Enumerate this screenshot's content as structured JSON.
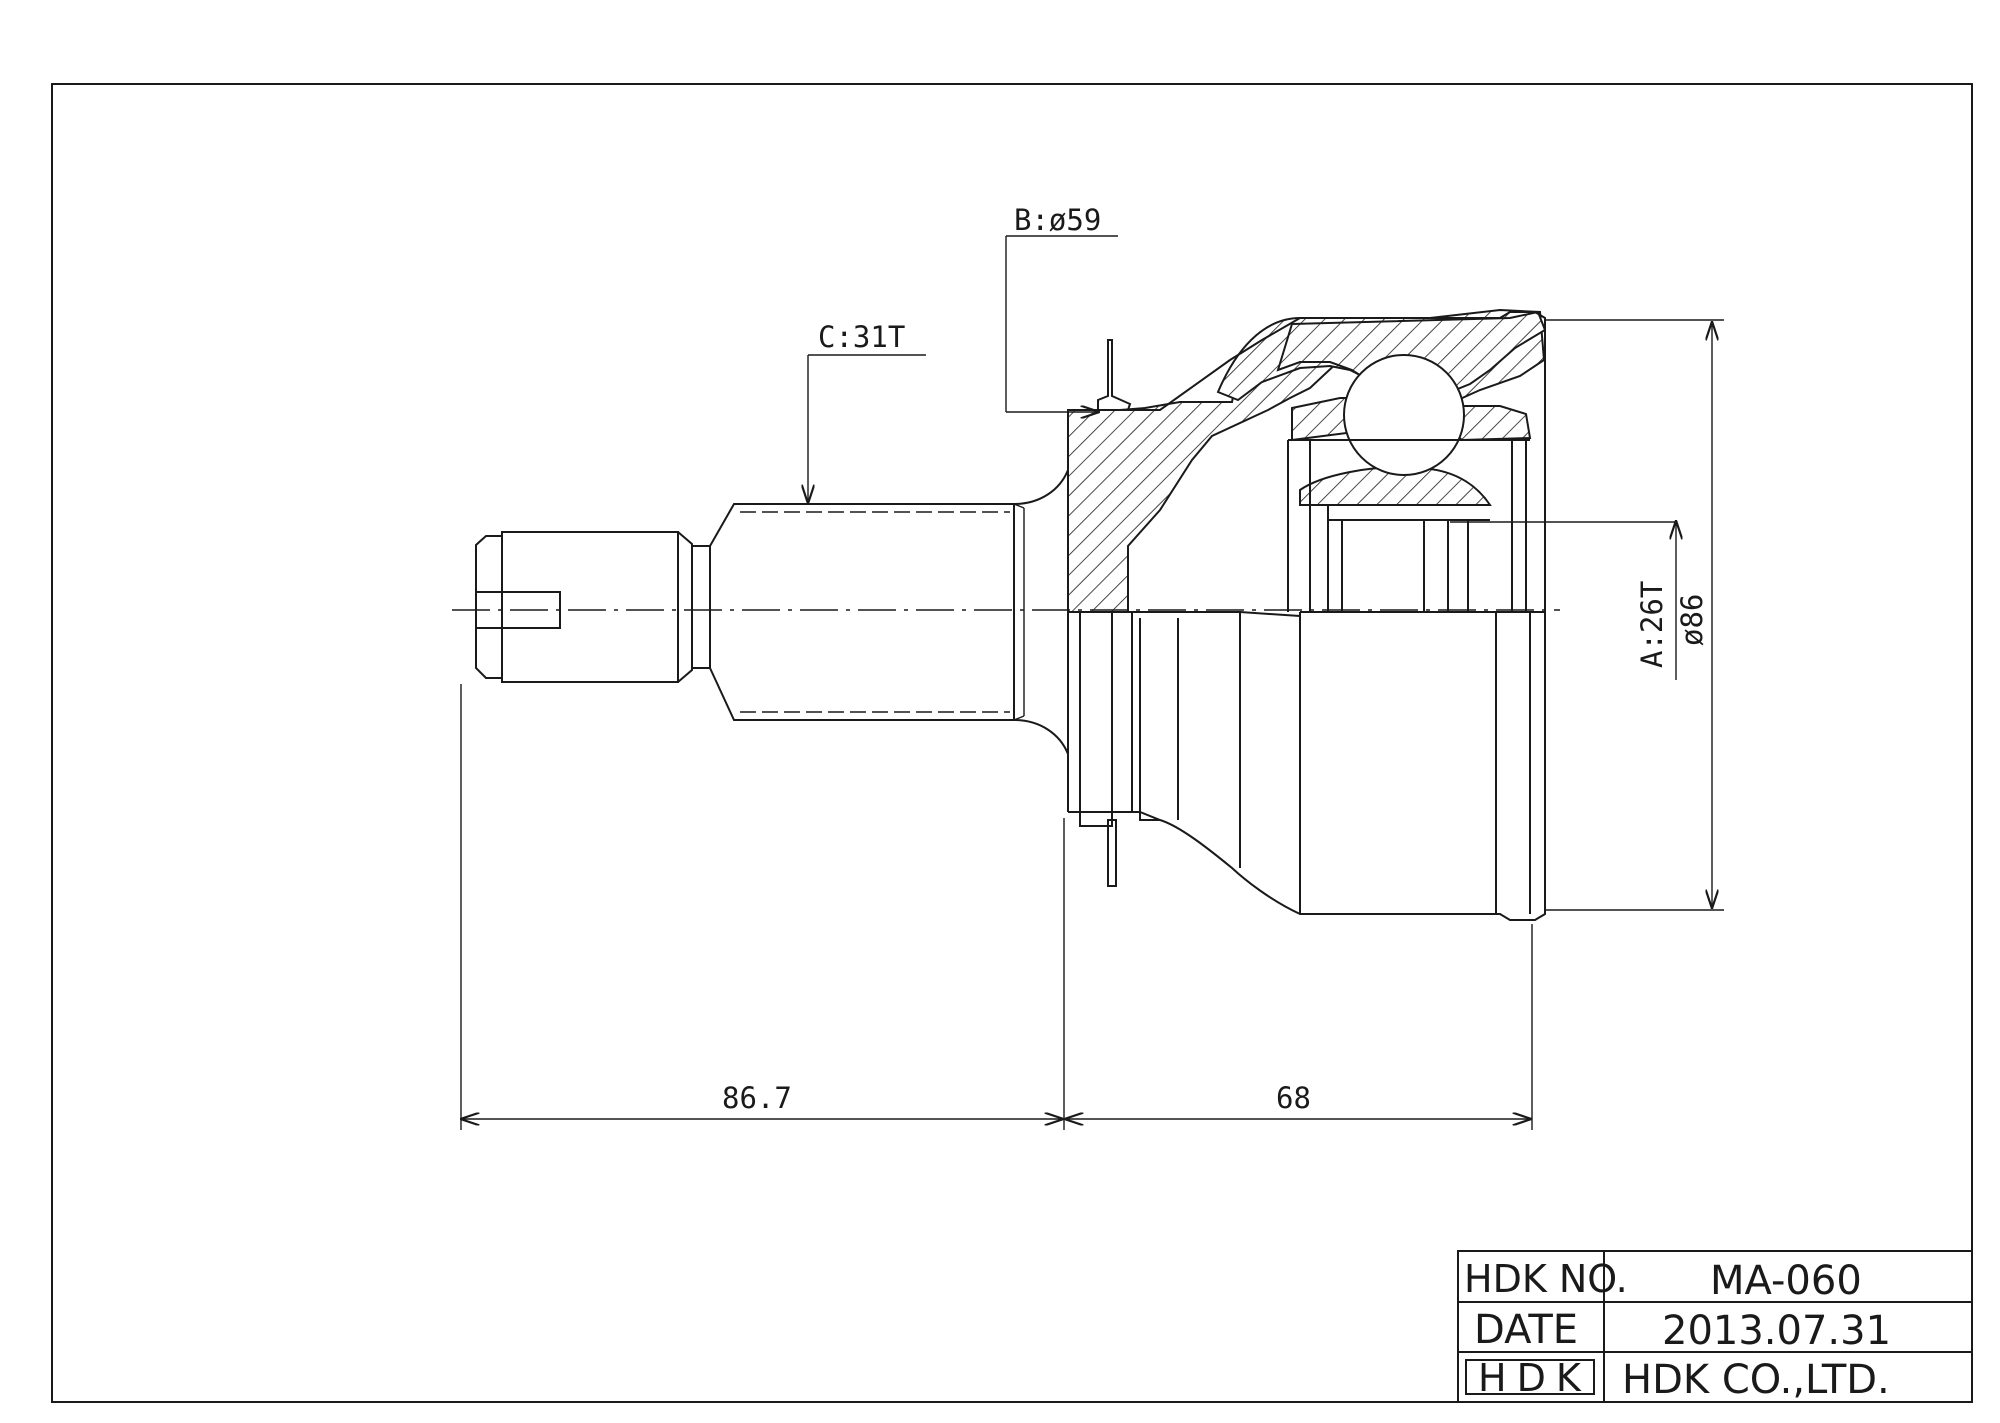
{
  "dimensions": {
    "callout_b": "B:ø59",
    "callout_c": "C:31T",
    "callout_a": "A:26T",
    "outer_diameter": "ø86",
    "length_stem": "86.7",
    "length_bell": "68"
  },
  "title_block": {
    "part_no_label": "HDK NO.",
    "part_no_value": "MA-060",
    "date_label": "DATE",
    "date_value": "2013.07.31",
    "logo_text": "HDK",
    "company": "HDK CO.,LTD."
  }
}
